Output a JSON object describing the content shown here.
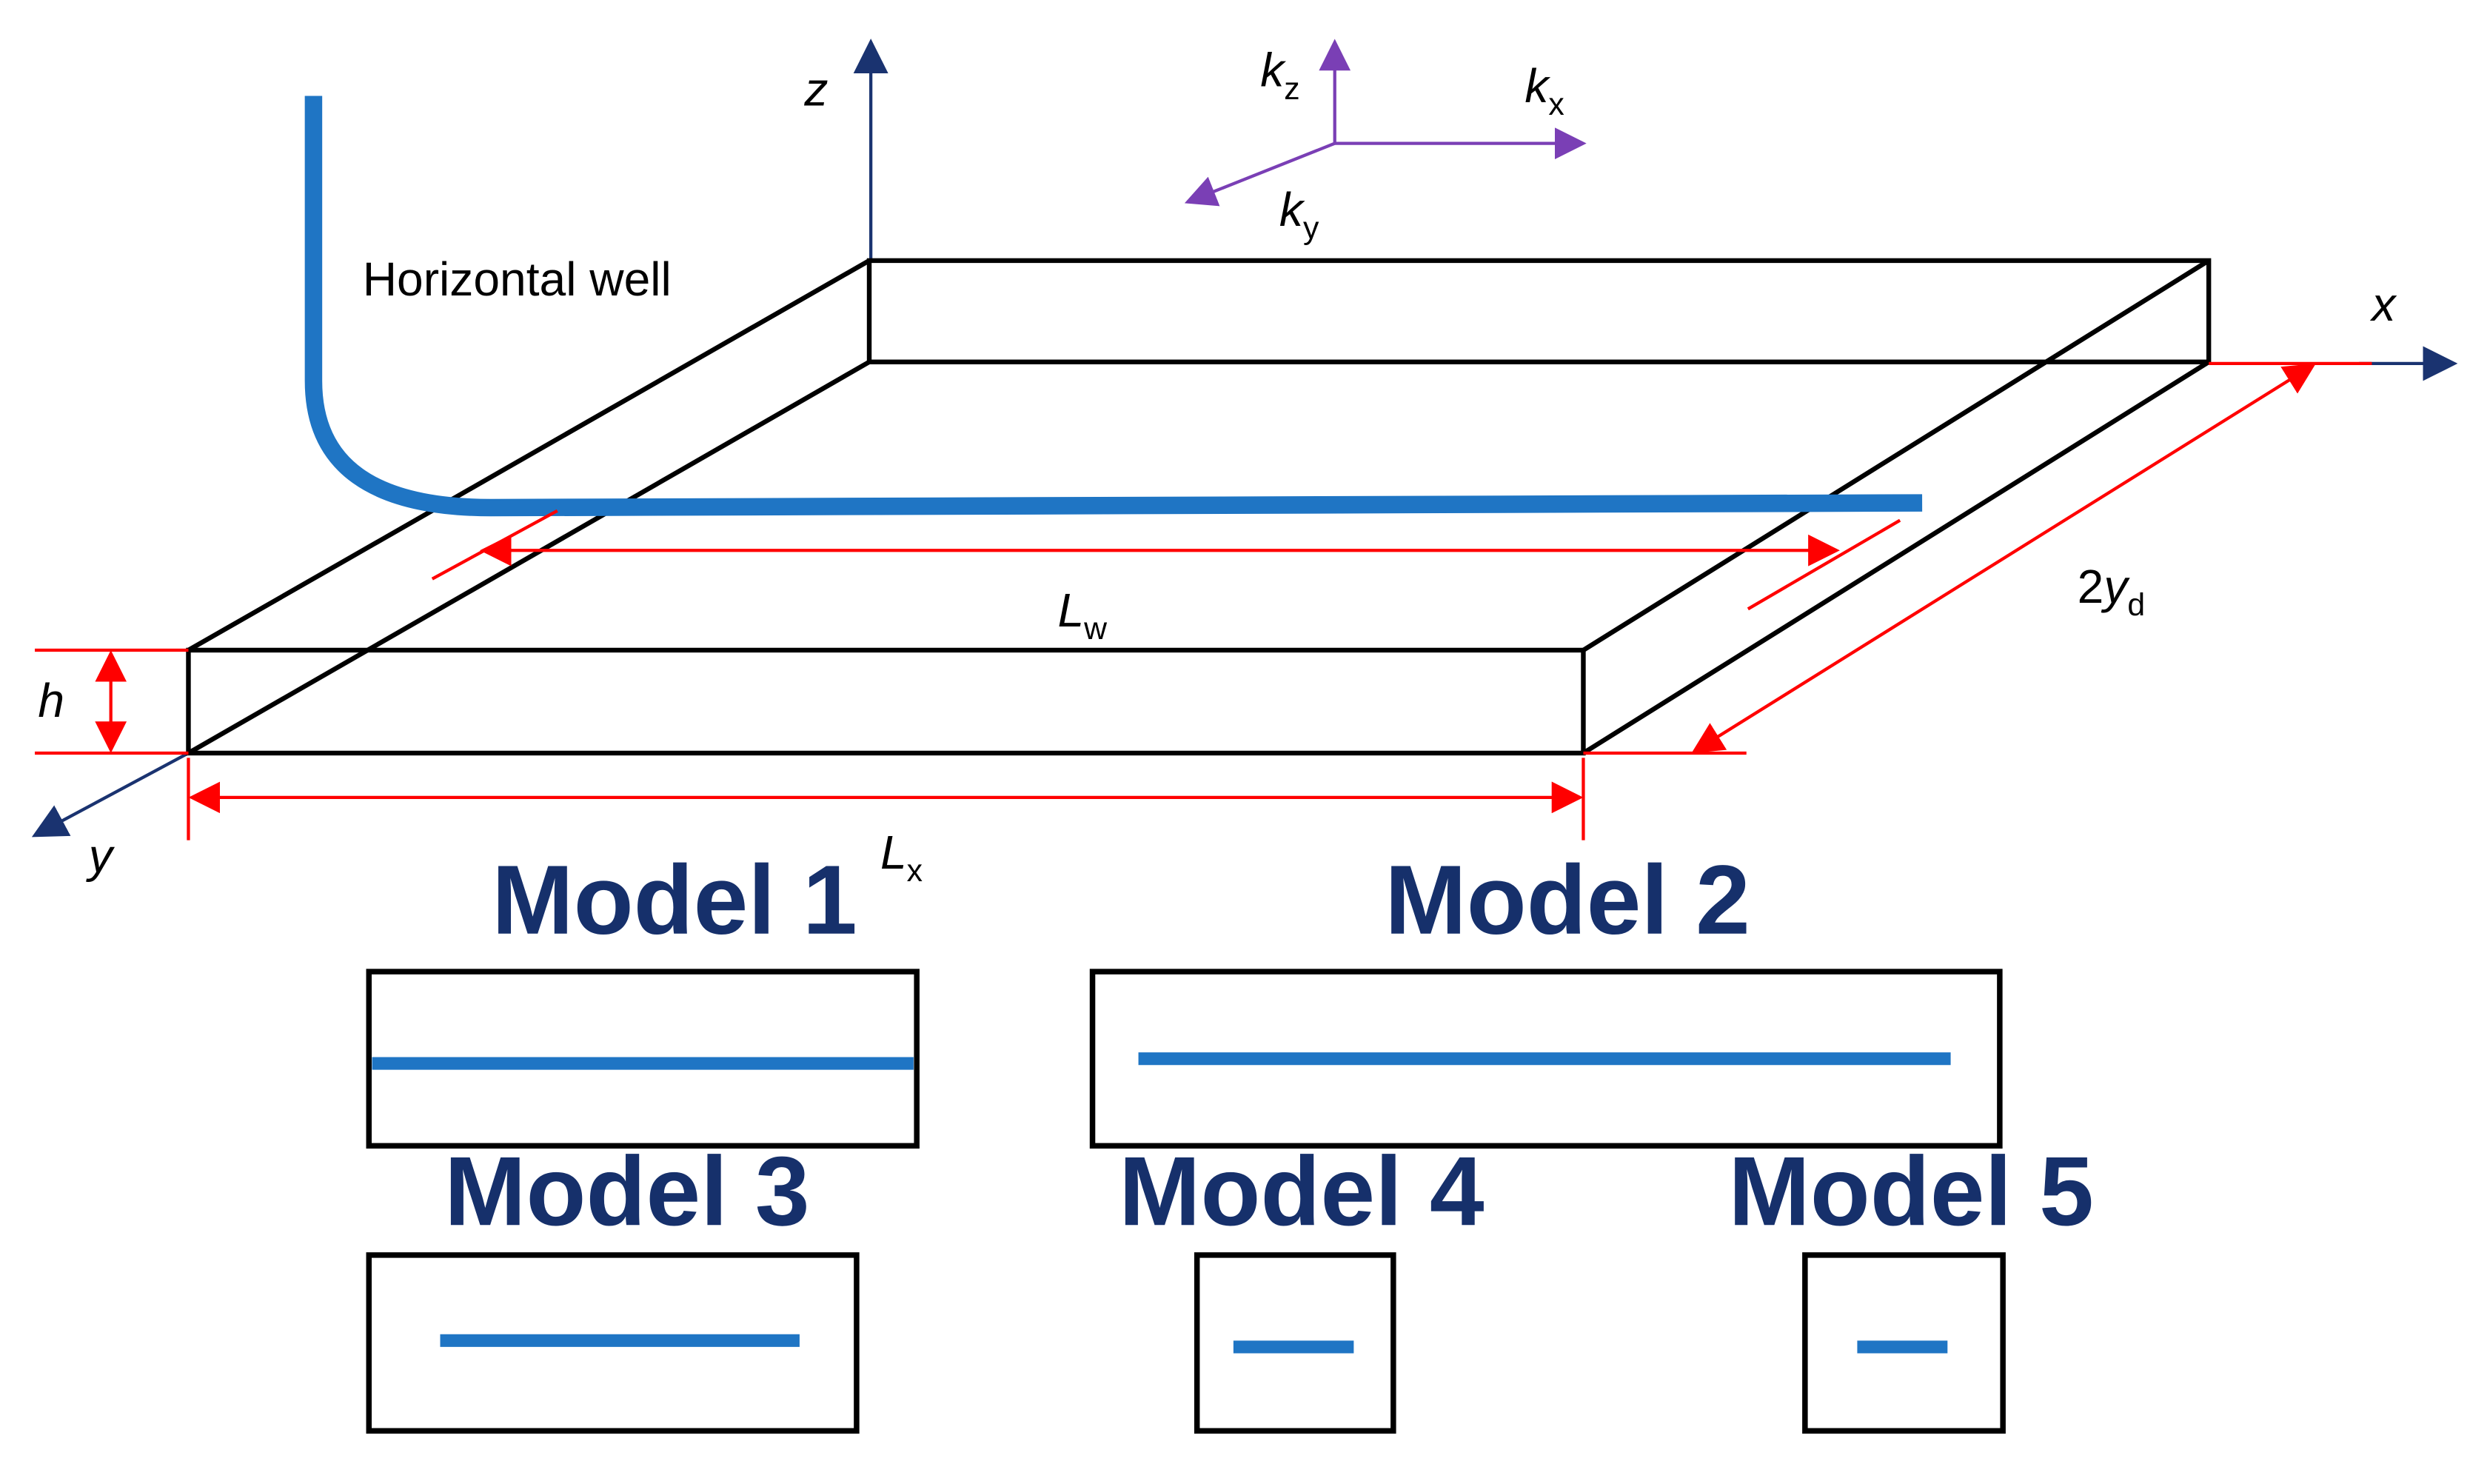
{
  "labels": {
    "horizontal_well": "Horizontal well",
    "z_axis": "z",
    "x_axis": "x",
    "y_axis": "y",
    "kz_main": "k",
    "kz_sub": "z",
    "kx_main": "k",
    "kx_sub": "x",
    "ky_main": "k",
    "ky_sub": "y",
    "lw_main": "L",
    "lw_sub": "w",
    "lx_main": "L",
    "lx_sub": "x",
    "yd_prefix": "2",
    "yd_main": "y",
    "yd_sub": "d",
    "h": "h"
  },
  "models": [
    {
      "title": "Model 1"
    },
    {
      "title": "Model 2"
    },
    {
      "title": "Model 3"
    },
    {
      "title": "Model 4"
    },
    {
      "title": "Model 5"
    }
  ],
  "colors": {
    "well": "#1f75c4",
    "dimension": "#ff0000",
    "axis": "#1a3370",
    "permeability": "#7a3fb5",
    "outline": "#000000",
    "model_title": "#16306b"
  }
}
